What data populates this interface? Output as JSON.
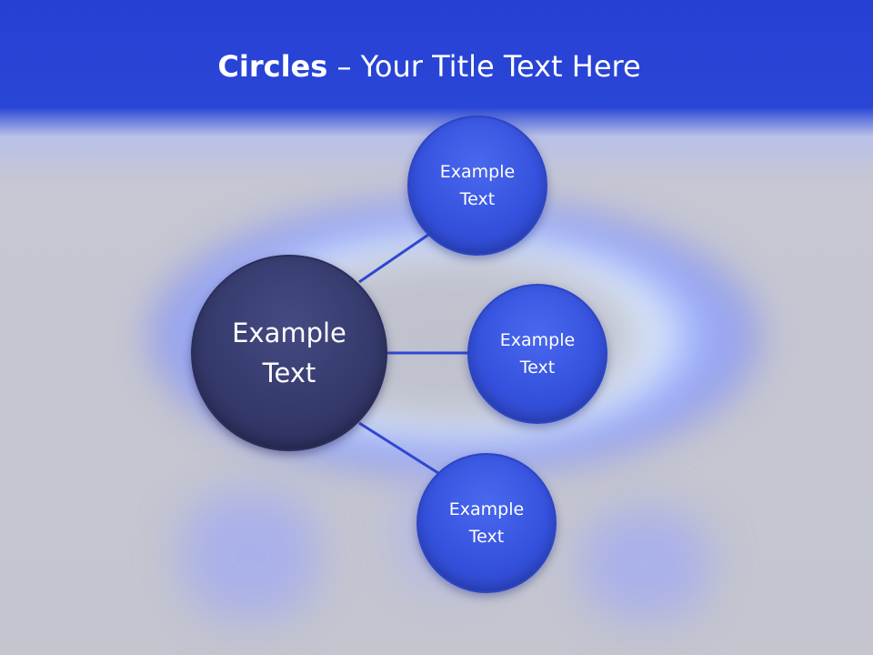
{
  "title": {
    "bold": "Circles",
    "rest": " – Your Title Text Here"
  },
  "diagram": {
    "center": {
      "label": "Example\nText"
    },
    "satellites": [
      {
        "label": "Example\nText"
      },
      {
        "label": "Example\nText"
      },
      {
        "label": "Example\nText"
      }
    ]
  },
  "colors": {
    "header": "#2a46d6",
    "center_circle": "#353a6c",
    "satellite_circle": "#3552de",
    "connector": "#2f48d2"
  }
}
